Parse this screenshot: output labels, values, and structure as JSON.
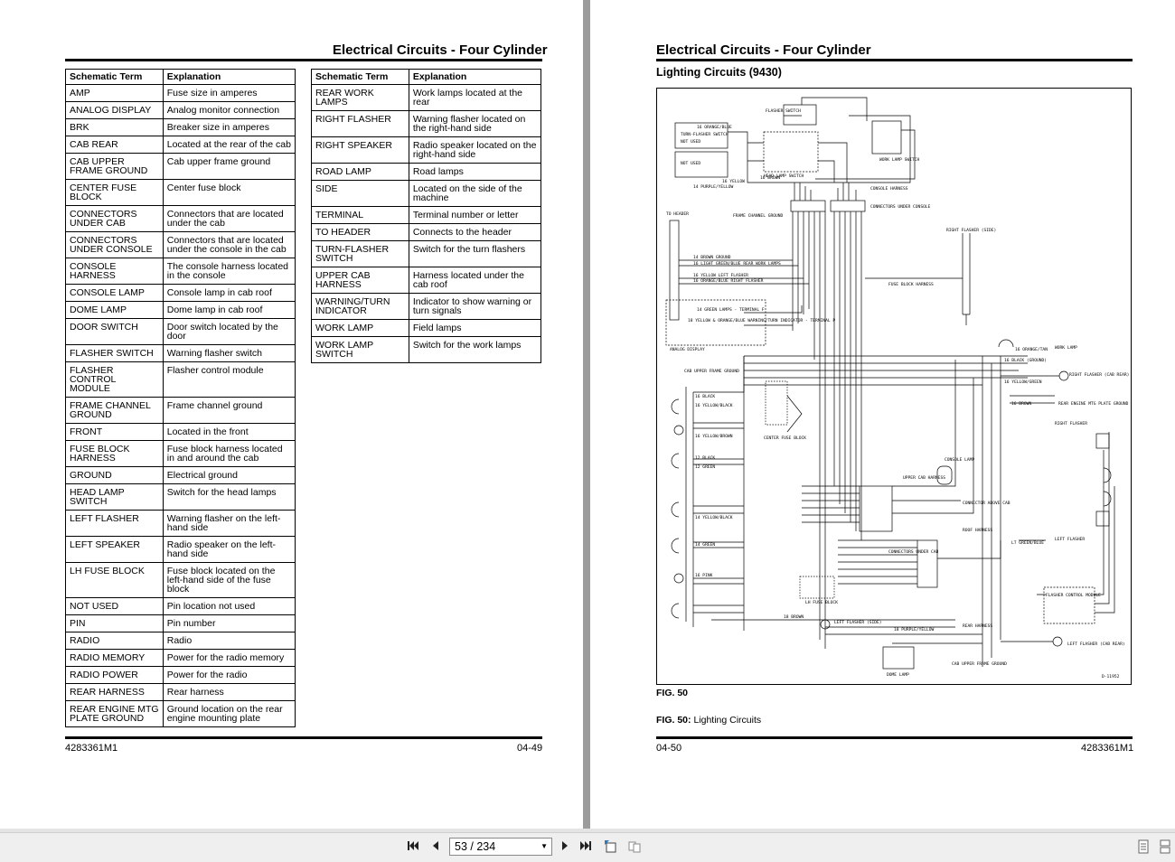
{
  "left_page": {
    "header": "Electrical Circuits - Four Cylinder",
    "table_headers": [
      "Schematic Term",
      "Explanation"
    ],
    "table1": [
      [
        "AMP",
        "Fuse size in amperes"
      ],
      [
        "ANALOG DISPLAY",
        "Analog monitor connection"
      ],
      [
        "BRK",
        "Breaker size in amperes"
      ],
      [
        "CAB REAR",
        "Located at the rear of the cab"
      ],
      [
        "CAB UPPER FRAME GROUND",
        "Cab upper frame ground"
      ],
      [
        "CENTER FUSE BLOCK",
        "Center fuse block"
      ],
      [
        "CONNECTORS UNDER CAB",
        "Connectors that are located under the cab"
      ],
      [
        "CONNECTORS UNDER CONSOLE",
        "Connectors that are located under the console in the cab"
      ],
      [
        "CONSOLE HARNESS",
        "The console harness located in the console"
      ],
      [
        "CONSOLE LAMP",
        "Console lamp in cab roof"
      ],
      [
        "DOME LAMP",
        "Dome lamp in cab roof"
      ],
      [
        "DOOR SWITCH",
        "Door switch located by the door"
      ],
      [
        "FLASHER SWITCH",
        "Warning flasher switch"
      ],
      [
        "FLASHER CONTROL MODULE",
        "Flasher control module"
      ],
      [
        "FRAME CHANNEL GROUND",
        "Frame channel ground"
      ],
      [
        "FRONT",
        "Located in the front"
      ],
      [
        "FUSE BLOCK HARNESS",
        "Fuse block harness located in and around the cab"
      ],
      [
        "GROUND",
        "Electrical ground"
      ],
      [
        "HEAD LAMP SWITCH",
        "Switch for the head lamps"
      ],
      [
        "LEFT FLASHER",
        "Warning flasher on the left-hand side"
      ],
      [
        "LEFT SPEAKER",
        "Radio speaker on the left-hand side"
      ],
      [
        "LH FUSE BLOCK",
        "Fuse block located on the left-hand side of the fuse block"
      ],
      [
        "NOT USED",
        "Pin location not used"
      ],
      [
        "PIN",
        "Pin number"
      ],
      [
        "RADIO",
        "Radio"
      ],
      [
        "RADIO MEMORY",
        "Power for the radio memory"
      ],
      [
        "RADIO POWER",
        "Power for the radio"
      ],
      [
        "REAR HARNESS",
        "Rear harness"
      ],
      [
        "REAR ENGINE MTG PLATE GROUND",
        "Ground location on the rear engine mounting plate"
      ]
    ],
    "table2": [
      [
        "REAR WORK LAMPS",
        "Work lamps located at the rear"
      ],
      [
        "RIGHT FLASHER",
        "Warning flasher located on the right-hand side"
      ],
      [
        "RIGHT SPEAKER",
        "Radio speaker located on the right-hand side"
      ],
      [
        "ROAD LAMP",
        "Road lamps"
      ],
      [
        "SIDE",
        "Located on the side of the machine"
      ],
      [
        "TERMINAL",
        "Terminal number or letter"
      ],
      [
        "TO HEADER",
        "Connects to the header"
      ],
      [
        "TURN-FLASHER SWITCH",
        "Switch for the turn flashers"
      ],
      [
        "UPPER CAB HARNESS",
        "Harness located under the cab roof"
      ],
      [
        "WARNING/TURN INDICATOR",
        "Indicator to show warning or turn signals"
      ],
      [
        "WORK LAMP",
        "Field lamps"
      ],
      [
        "WORK LAMP SWITCH",
        "Switch for the work lamps"
      ]
    ],
    "footer_left": "4283361M1",
    "footer_right": "04-49"
  },
  "right_page": {
    "header": "Electrical Circuits - Four Cylinder",
    "subheader": "Lighting Circuits (9430)",
    "diagram_id": "D-11952",
    "diagram_labels": {
      "flasher_switch": "FLASHER SWITCH",
      "turn_flasher_switch": "TURN-FLASHER SWITCH",
      "not_used": "NOT USED",
      "head_lamp_switch": "HEAD LAMP SWITCH",
      "work_lamp_switch": "WORK LAMP SWITCH",
      "console_harness": "CONSOLE HARNESS",
      "connectors_under_console": "CONNECTORS UNDER CONSOLE",
      "to_header": "TO HEADER",
      "frame_channel_ground": "FRAME CHANNEL GROUND",
      "right_flasher_side": "RIGHT FLASHER (SIDE)",
      "fuse_block_harness": "FUSE BLOCK HARNESS",
      "analog_display": "ANALOG DISPLAY",
      "cab_upper_frame_ground": "CAB UPPER FRAME GROUND",
      "center_fuse_block": "CENTER FUSE BLOCK",
      "upper_cab_harness": "UPPER CAB HARNESS",
      "connector_above_cab": "CONNECTOR ABOVE CAB",
      "roof_harness": "ROOF HARNESS",
      "connectors_under_cab": "CONNECTORS UNDER CAB",
      "lh_fuse_block": "LH FUSE BLOCK",
      "left_flasher_side": "LEFT FLASHER (SIDE)",
      "rear_harness": "REAR HARNESS",
      "dome_lamp": "DOME LAMP",
      "cab_upper_frame_ground2": "CAB UPPER FRAME GROUND",
      "flasher_control_module": "FLASHER CONTROL MODULE",
      "left_flasher_cab_rear": "LEFT FLASHER (CAB REAR)",
      "right_flasher_cab_rear": "RIGHT FLASHER (CAB REAR)",
      "rear_engine_ground": "REAR ENGINE MTG PLATE GROUND",
      "work_lamp": "WORK LAMP",
      "right_flasher": "RIGHT FLASHER",
      "left_flasher": "LEFT FLASHER",
      "console_lamp": "CONSOLE LAMP"
    },
    "wire_labels": [
      "16 ORANGE/BLUE",
      "16 BROWN",
      "16 YELLOW",
      "14 PURPLE/YELLOW",
      "14 BROWN GROUND",
      "16 LIGHT GREEN/BLUE REAR WORK LAMPS",
      "16 YELLOW LEFT FLASHER",
      "16 ORANGE/BLUE RIGHT FLASHER",
      "14 GREEN LAMPS - TERMINAL F",
      "18 YELLOW & ORANGE/BLUE WARNING/TURN INDICATOR - TERMINAL P",
      "16 ORANGE/TAN",
      "16 BLACK (GROUND)",
      "16 YELLOW/GREEN",
      "16 BLACK",
      "16 YELLOW/BLACK",
      "16 YELLOW/BROWN",
      "12 BLACK",
      "12 GREEN",
      "14 YELLOW/BLACK",
      "14 GREEN",
      "16 PINK",
      "18 BROWN",
      "18 PURPLE/YELLOW",
      "LT GREEN/BLUE",
      "16 BROWN"
    ],
    "fig_label": "FIG. 50",
    "fig_caption_prefix": "FIG. 50:",
    "fig_caption_text": "Lighting Circuits",
    "footer_left": "04-50",
    "footer_right": "4283361M1"
  },
  "toolbar": {
    "first_icon": "first-page-icon",
    "prev_icon": "previous-page-icon",
    "page_value": "53 / 234",
    "next_icon": "next-page-icon",
    "last_icon": "last-page-icon",
    "fit_icon": "fit-page-icon",
    "facing_icon": "facing-pages-icon",
    "single_view_icon": "single-page-view-icon",
    "continuous_view_icon": "continuous-view-icon"
  }
}
